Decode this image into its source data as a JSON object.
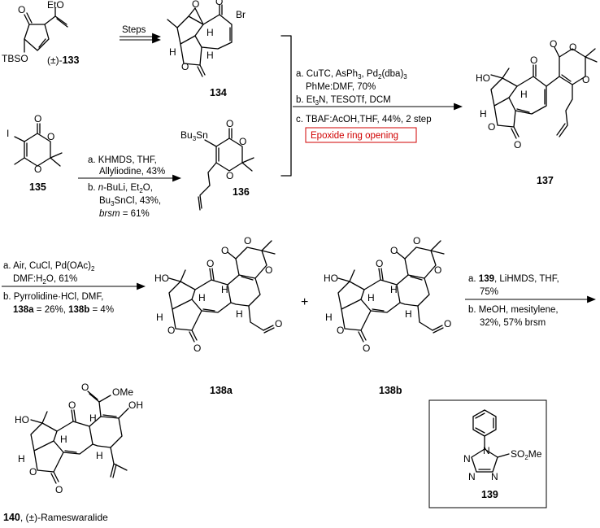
{
  "compounds": {
    "c133": {
      "prefix": "(±)-",
      "number": "133",
      "substituents": [
        "EtO",
        "TBSO",
        "O"
      ]
    },
    "c134": {
      "number": "134",
      "substituents": [
        "Br",
        "O",
        "O",
        "O",
        "H",
        "H",
        "H"
      ]
    },
    "c135": {
      "number": "135",
      "substituents": [
        "I",
        "O",
        "O",
        "O"
      ]
    },
    "c136": {
      "number": "136",
      "substituents": [
        "Bu",
        "3",
        "Sn",
        "O",
        "O",
        "O"
      ]
    },
    "c137": {
      "number": "137",
      "substituents": [
        "HO",
        "O",
        "O",
        "O",
        "O",
        "O",
        "O",
        "H",
        "H"
      ]
    },
    "c138a": {
      "number": "138a",
      "substituents": [
        "HO",
        "O",
        "O",
        "O",
        "O",
        "O",
        "O",
        "O",
        "H",
        "H",
        "H",
        "H"
      ]
    },
    "c138b": {
      "number": "138b",
      "substituents": [
        "HO",
        "O",
        "O",
        "O",
        "O",
        "O",
        "O",
        "O",
        "H",
        "H",
        "H",
        "H"
      ]
    },
    "c140": {
      "number": "140",
      "name": ", (±)-Rameswaralide",
      "substituents": [
        "OMe",
        "O",
        "OH",
        "HO",
        "O",
        "O",
        "O",
        "H",
        "H",
        "H",
        "H"
      ]
    },
    "c139": {
      "number": "139",
      "substituents": [
        "N",
        "N",
        "N",
        "N",
        "SO",
        "2",
        "Me"
      ]
    }
  },
  "steps": {
    "step1": {
      "label": "Steps"
    },
    "step2": {
      "lines": [
        "a. KHMDS, THF,",
        "Allyliodine, 43%",
        "b. ",
        "n",
        "-BuLi, Et",
        "2",
        "O,",
        "Bu",
        "3",
        "SnCl, 43%,",
        "brsm",
        " = 61%"
      ]
    },
    "step3": {
      "lines": [
        "a. CuTC, AsPh",
        "3",
        ", Pd",
        "2",
        "(dba)",
        "3",
        "PhMe:DMF, 70%",
        "b. Et",
        "3",
        "N, TESOTf, DCM",
        "c. TBAF:AcOH,THF, 44%, 2 step"
      ],
      "highlight": "Epoxide ring opening",
      "highlight_color": "#d00000"
    },
    "step4": {
      "lines": [
        "a. Air, CuCl, Pd(OAc)",
        "2",
        "DMF:H",
        "2",
        "O, 61%",
        "b. Pyrrolidine·HCl, DMF,",
        "138a",
        " = 26%, ",
        "138b",
        " = 4%"
      ]
    },
    "step5": {
      "lines": [
        "a. ",
        "139",
        ", LiHMDS, THF,",
        "75%",
        "b. MeOH, mesitylene,",
        "32%, 57% brsm"
      ]
    }
  },
  "plus": "+"
}
